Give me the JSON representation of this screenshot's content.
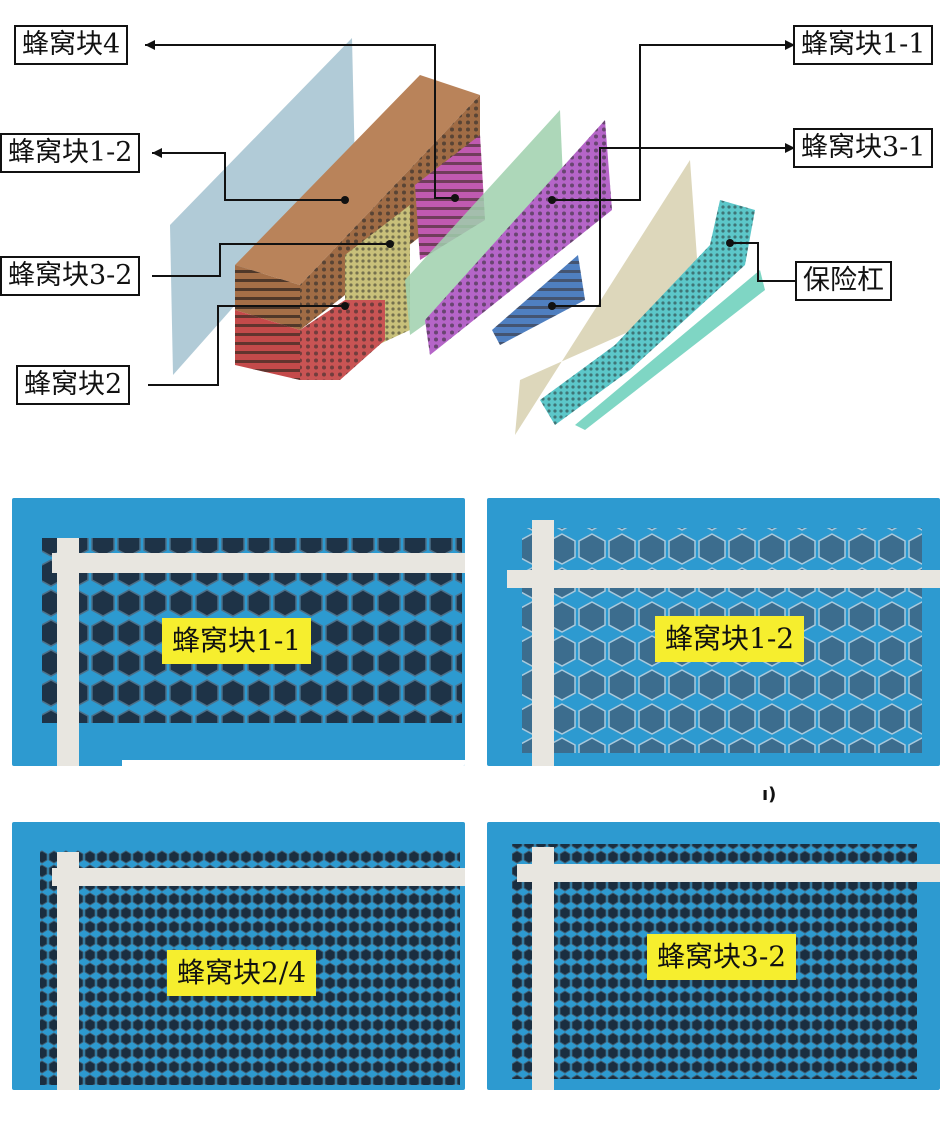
{
  "callouts": {
    "block4": "蜂窝块4",
    "block1_2": "蜂窝块1-2",
    "block3_2": "蜂窝块3-2",
    "block2": "蜂窝块2",
    "block1_1": "蜂窝块1-1",
    "block3_1": "蜂窝块3-1",
    "bumper": "保险杠"
  },
  "photos": [
    {
      "label": "蜂窝块1-1",
      "cell": "large-dark"
    },
    {
      "label": "蜂窝块1-2",
      "cell": "large-light"
    },
    {
      "label": "蜂窝块2/4",
      "cell": "small-dark"
    },
    {
      "label": "蜂窝块3-2",
      "cell": "small-dark"
    }
  ],
  "fragments": {
    "right": "ı)"
  },
  "colors": {
    "block4": "#b9835a",
    "block2": "#c44a4a",
    "block3_2": "#c8c07a",
    "block1_2_pink": "#c05ab0",
    "block1_1": "#b565c8",
    "block3_1": "#4f7fc0",
    "bumper": "#5cc7c9",
    "plate_blue": "#a9c5d3",
    "plate_green": "#9fd0ad",
    "plate_beige": "#d9d3b4",
    "photo_bg": "#2d9ad0",
    "tag_bg": "#f6ee2e"
  }
}
